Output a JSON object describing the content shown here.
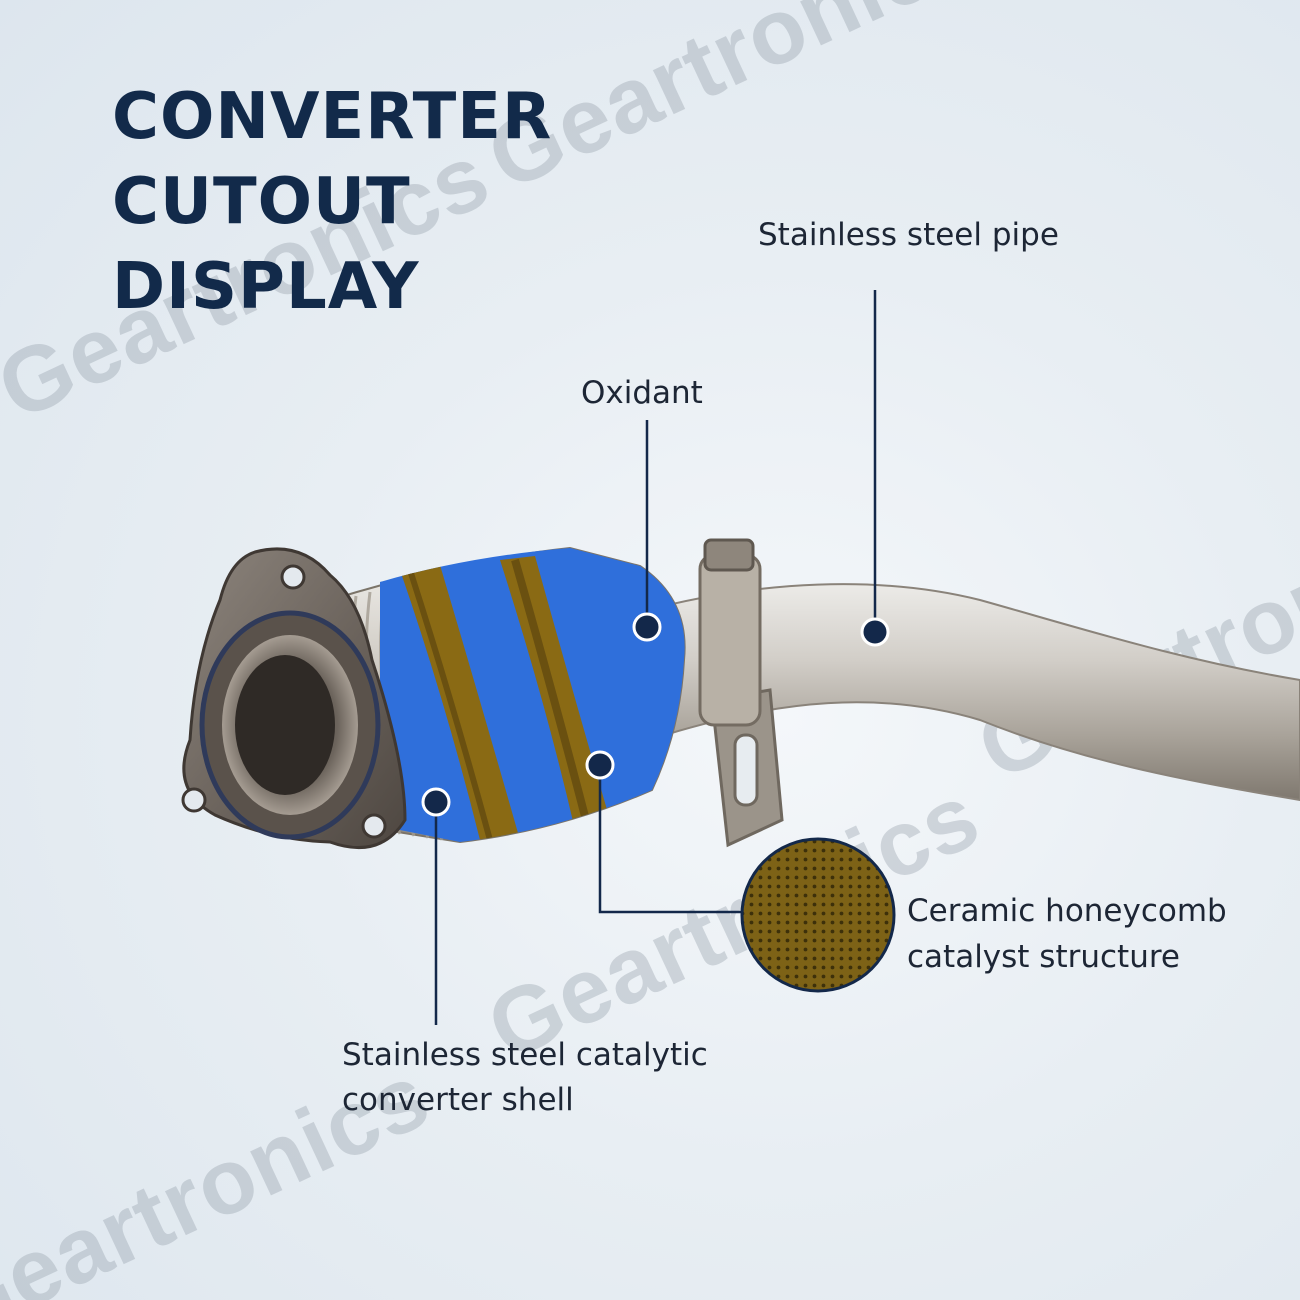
{
  "title": {
    "line1": "CONVERTER",
    "line2": "CUTOUT",
    "line3": "DISPLAY"
  },
  "watermark": "Geartronics",
  "labels": {
    "pipe": "Stainless steel pipe",
    "oxidant": "Oxidant",
    "ceramic_line1": "Ceramic honeycomb",
    "ceramic_line2": "catalyst structure",
    "shell_line1": "Stainless steel catalytic",
    "shell_line2": "converter shell"
  },
  "colors": {
    "title": "#122a4a",
    "catalyst_blue": "#2f6fdb",
    "ceramic_brown": "#8a6a14",
    "marker": "#13284a"
  }
}
